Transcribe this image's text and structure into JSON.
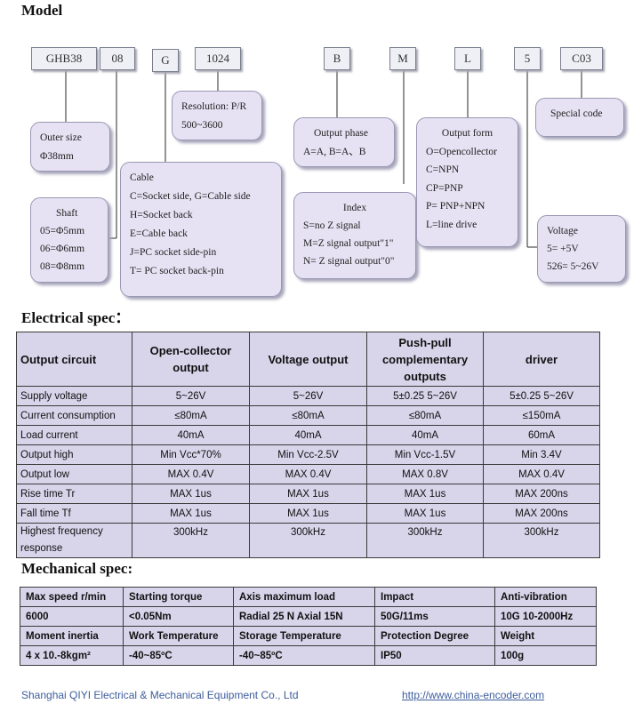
{
  "headings": {
    "model": "Model",
    "electrical": "Electrical spec：",
    "mechanical": "Mechanical spec:"
  },
  "codes": [
    "GHB38",
    "08",
    "G",
    "1024",
    "B",
    "M",
    "L",
    "5",
    "C03"
  ],
  "bubbles": {
    "resolution": [
      "Resolution: P/R",
      "500~3600"
    ],
    "outer_size": [
      "Outer size",
      "Φ38mm"
    ],
    "shaft": [
      "Shaft",
      "05=Φ5mm",
      "06=Φ6mm",
      "08=Φ8mm"
    ],
    "cable": [
      "Cable",
      "C=Socket side, G=Cable side",
      "H=Socket back",
      "E=Cable back",
      "J=PC socket side-pin",
      "T= PC socket back-pin"
    ],
    "output_phase": [
      "Output phase",
      "A=A, B=A、B"
    ],
    "index": [
      "Index",
      "S=no Z signal",
      "M=Z signal output\"1\"",
      "N= Z signal output\"0\""
    ],
    "output_form": [
      "Output form",
      "O=Opencollector",
      "C=NPN",
      "CP=PNP",
      "P= PNP+NPN",
      "L=line drive"
    ],
    "special_code": [
      "Special code"
    ],
    "voltage": [
      "Voltage",
      "5= +5V",
      "526= 5~26V"
    ]
  },
  "electrical": {
    "headers": [
      "Output circuit",
      "Open-collector output",
      "Voltage output",
      "Push-pull complementary outputs",
      "driver"
    ],
    "rows": [
      [
        "Supply voltage",
        "5~26V",
        "5~26V",
        "5±0.25    5~26V",
        "5±0.25    5~26V"
      ],
      [
        "Current consumption",
        "≤80mA",
        "≤80mA",
        "≤80mA",
        "≤150mA"
      ],
      [
        "Load current",
        "40mA",
        "40mA",
        "40mA",
        "60mA"
      ],
      [
        "Output high",
        "Min Vcc*70%",
        "Min Vcc-2.5V",
        "Min Vcc-1.5V",
        "Min 3.4V"
      ],
      [
        "Output low",
        "MAX 0.4V",
        "MAX 0.4V",
        "MAX 0.8V",
        "MAX 0.4V"
      ],
      [
        "Rise time Tr",
        "MAX 1us",
        "MAX 1us",
        "MAX 1us",
        "MAX 200ns"
      ],
      [
        "Fall time Tf",
        "MAX 1us",
        "MAX 1us",
        "MAX 1us",
        "MAX 200ns"
      ],
      [
        "Highest frequency response",
        "300kHz",
        "300kHz",
        "300kHz",
        "300kHz"
      ]
    ]
  },
  "mechanical": {
    "rows": [
      [
        "Max speed r/min",
        "Starting torque",
        "Axis maximum load",
        "Impact",
        "Anti-vibration"
      ],
      [
        "6000",
        "<0.05Nm",
        "Radial 25 N Axial 15N",
        "50G/11ms",
        "10G    10-2000Hz"
      ],
      [
        "Moment inertia",
        "Work Temperature",
        "Storage Temperature",
        "Protection Degree",
        "Weight"
      ],
      [
        "4 x 10.-8kgm²",
        "-40~85ºC",
        "-40~85ºC",
        "IP50",
        "100g"
      ]
    ]
  },
  "footer": {
    "company": "Shanghai QIYI Electrical & Mechanical Equipment Co., Ltd",
    "url": "http://www.china-encoder.com"
  }
}
